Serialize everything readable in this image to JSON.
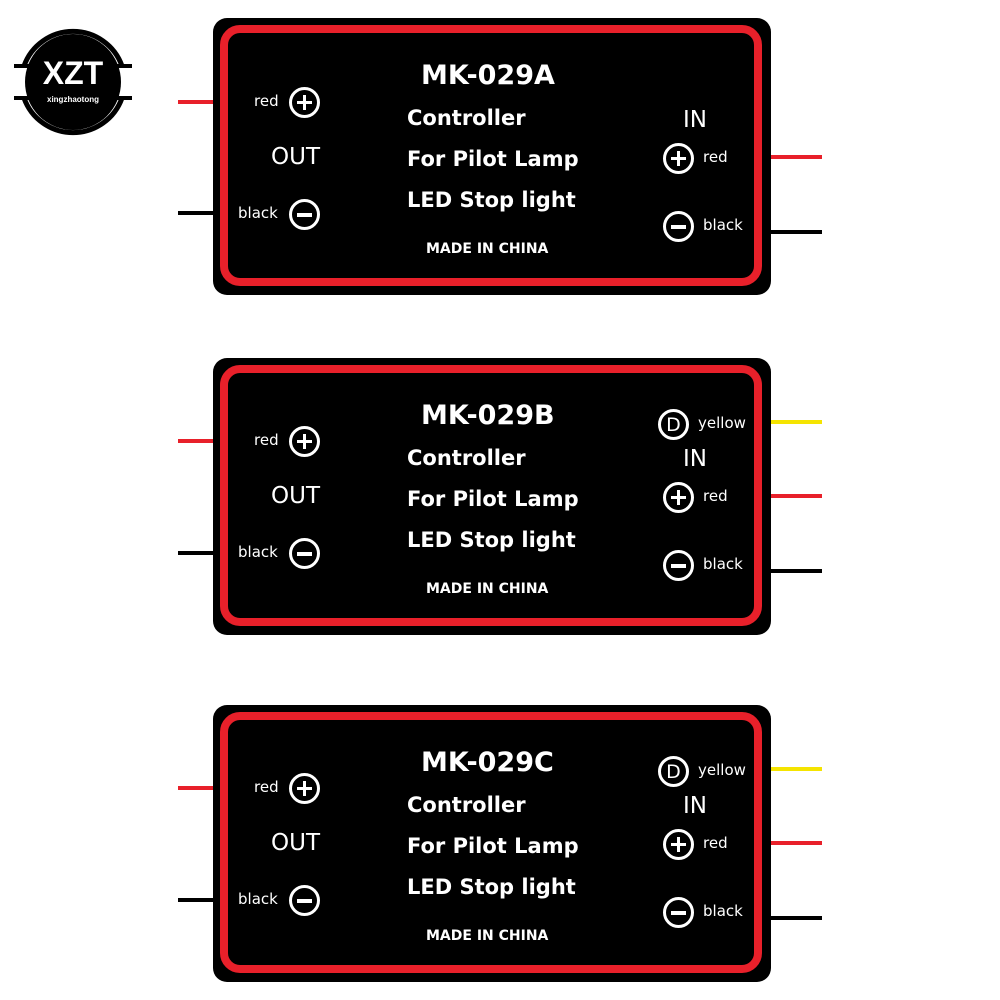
{
  "logo": {
    "brand": "XZT",
    "subtitle": "xingzhaotong"
  },
  "colors": {
    "case": "#000000",
    "bezel": "#e8202a",
    "wire_red": "#e8202a",
    "wire_black": "#000000",
    "wire_yellow": "#f5e400",
    "text": "#ffffff"
  },
  "modules": [
    {
      "model": "MK-029A",
      "line1": "Controller",
      "line2": "For Pilot Lamp",
      "line3": "LED Stop light",
      "made": "MADE IN CHINA",
      "out": {
        "label": "OUT",
        "pos_label": "red",
        "neg_label": "black"
      },
      "in": {
        "label": "IN",
        "pos_label": "red",
        "neg_label": "black"
      }
    },
    {
      "model": "MK-029B",
      "line1": "Controller",
      "line2": "For Pilot Lamp",
      "line3": "LED Stop light",
      "made": "MADE IN CHINA",
      "out": {
        "label": "OUT",
        "pos_label": "red",
        "neg_label": "black"
      },
      "in": {
        "label": "IN",
        "d_symbol": "D",
        "d_label": "yellow",
        "pos_label": "red",
        "neg_label": "black"
      }
    },
    {
      "model": "MK-029C",
      "line1": "Controller",
      "line2": "For Pilot Lamp",
      "line3": "LED Stop light",
      "made": "MADE IN CHINA",
      "out": {
        "label": "OUT",
        "pos_label": "red",
        "neg_label": "black"
      },
      "in": {
        "label": "IN",
        "d_symbol": "D",
        "d_label": "yellow",
        "pos_label": "red",
        "neg_label": "black"
      }
    }
  ]
}
